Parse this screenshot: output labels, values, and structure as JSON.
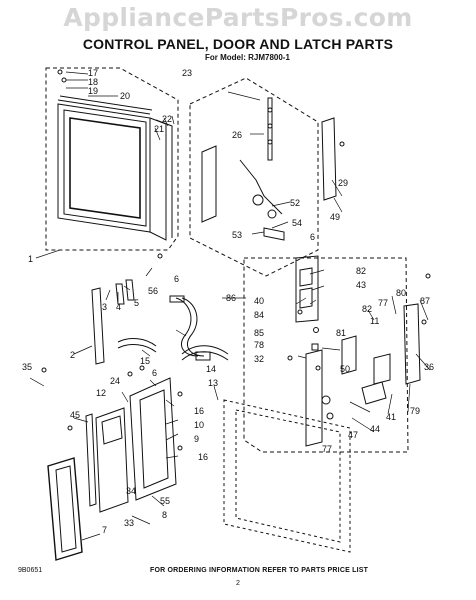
{
  "watermark": "AppliancePartsPros.com",
  "title": "CONTROL PANEL, DOOR AND LATCH PARTS",
  "subtitle": "For Model: RJM7800-1",
  "footer": {
    "left_code": "9B0651",
    "ordering_note": "FOR ORDERING INFORMATION REFER TO PARTS PRICE LIST",
    "page_number": "2"
  },
  "callouts": {
    "c1": "1",
    "c2": "2",
    "c3": "3",
    "c4": "4",
    "c5": "5",
    "c6a": "6",
    "c6b": "6",
    "c6c": "6",
    "c7": "7",
    "c8": "8",
    "c9": "9",
    "c10": "10",
    "c11": "11",
    "c12": "12",
    "c13": "13",
    "c14": "14",
    "c15": "15",
    "c16a": "16",
    "c16b": "16",
    "c17": "17",
    "c18": "18",
    "c19": "19",
    "c20": "20",
    "c21": "21",
    "c22": "22",
    "c23": "23",
    "c24": "24",
    "c26": "26",
    "c29": "29",
    "c32": "32",
    "c33": "33",
    "c34": "34",
    "c35": "35",
    "c36": "36",
    "c40": "40",
    "c41": "41",
    "c43": "43",
    "c44": "44",
    "c45": "45",
    "c47": "47",
    "c49": "49",
    "c50": "50",
    "c52": "52",
    "c53": "53",
    "c54": "54",
    "c55": "55",
    "c56": "56",
    "c77a": "77",
    "c77b": "77",
    "c78": "78",
    "c79": "79",
    "c80": "80",
    "c81": "81",
    "c82a": "82",
    "c82b": "82",
    "c84": "84",
    "c85": "85",
    "c86": "86",
    "c87": "87"
  }
}
